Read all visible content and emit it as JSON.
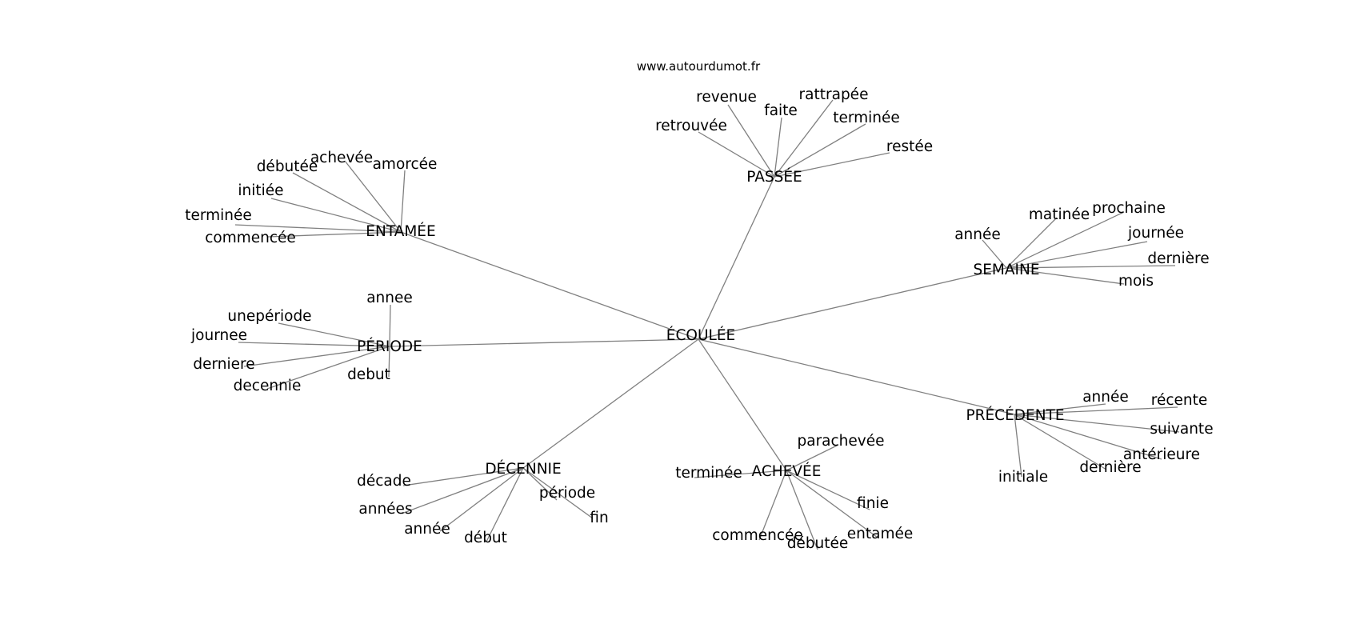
{
  "site": "www.autourdumot.fr",
  "center": "ÉCOULÉE",
  "groups": [
    {
      "hub": "PASSÉE",
      "leaves": [
        "revenue",
        "faite",
        "rattrapée",
        "retrouvée",
        "terminée",
        "restée"
      ]
    },
    {
      "hub": "ENTAMÉE",
      "leaves": [
        "achevée",
        "débutée",
        "amorcée",
        "initiée",
        "terminée",
        "commencée"
      ]
    },
    {
      "hub": "SEMAINE",
      "leaves": [
        "matinée",
        "prochaine",
        "année",
        "journée",
        "dernière",
        "mois"
      ]
    },
    {
      "hub": "PÉRIODE",
      "leaves": [
        "annee",
        "unepériode",
        "journee",
        "derniere",
        "decennie",
        "debut"
      ]
    },
    {
      "hub": "PRÉCÉDENTE",
      "leaves": [
        "année",
        "récente",
        "suivante",
        "antérieure",
        "dernière",
        "initiale"
      ]
    },
    {
      "hub": "DÉCENNIE",
      "leaves": [
        "décade",
        "années",
        "année",
        "début",
        "période",
        "fin"
      ]
    },
    {
      "hub": "ACHEVÉE",
      "leaves": [
        "parachevée",
        "terminée",
        "finie",
        "entamée",
        "commencée",
        "débutée"
      ]
    }
  ]
}
